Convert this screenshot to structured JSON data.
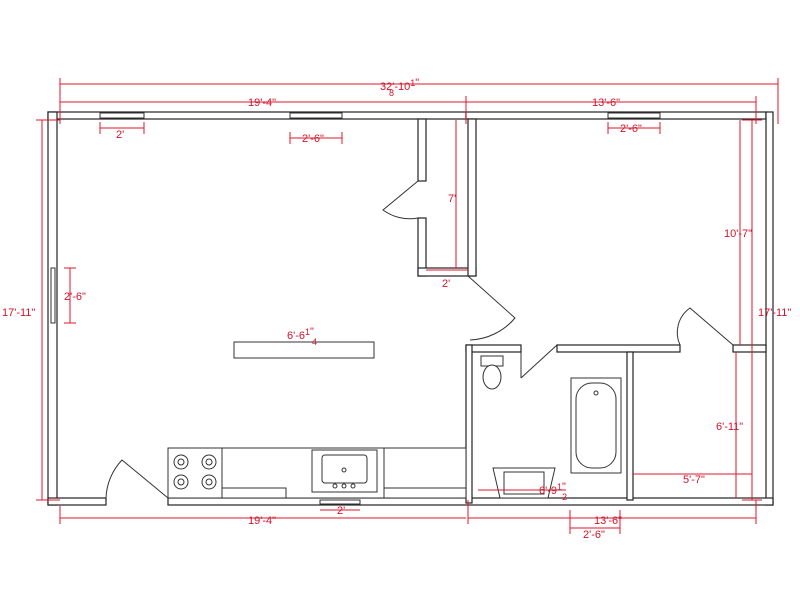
{
  "colors": {
    "wall": "#222222",
    "dimension": "#e0162b",
    "background": "#ffffff"
  },
  "dimensions": {
    "overall_width": {
      "whole": "32'-10",
      "num": "1",
      "den": "8",
      "unit": "\""
    },
    "top_left_span": "19'-4\"",
    "top_right_span": "13'-6\"",
    "bottom_left_span": "19'-4\"",
    "bottom_right_span": "13'-6\"",
    "left_height": "17'-11\"",
    "right_height": "17'-11\"",
    "window_top_left": "2'",
    "window_top_mid": "2'-6\"",
    "window_top_right": "2'-6\"",
    "window_left": "2'-6\"",
    "closet_height": "7'",
    "closet_width": "2'",
    "bedroom_height": "10'-7\"",
    "counter_length": {
      "whole": "6'-6",
      "num": "1",
      "den": "4",
      "unit": "\""
    },
    "sink_window": "2'",
    "bath_vanity": {
      "whole": "6'-9",
      "num": "1",
      "den": "2",
      "unit": "\""
    },
    "bath_window": "2'-6\"",
    "closet2_height": "6'-11\"",
    "closet2_width": "5'-7\""
  }
}
